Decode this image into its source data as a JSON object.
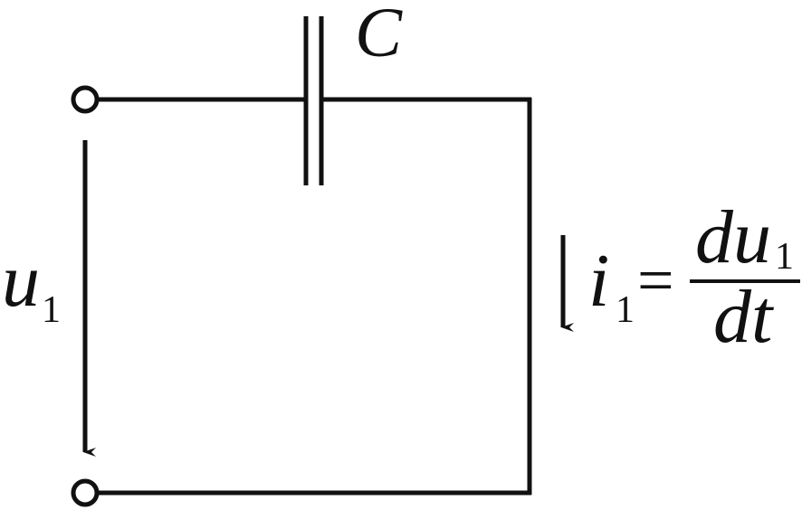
{
  "labels": {
    "capacitor": "C",
    "voltage_var": "u",
    "voltage_sub": "1",
    "current_var": "i",
    "current_sub": "1",
    "equals": "=",
    "numerator_d": "d",
    "numerator_var": "u",
    "numerator_sub": "1",
    "denominator": "dt"
  },
  "colors": {
    "wire": "#111111",
    "background": "#ffffff"
  },
  "icons": {
    "terminal": "open-circle-terminal",
    "capacitor": "parallel-plate-capacitor",
    "arrow": "down-arrow"
  }
}
